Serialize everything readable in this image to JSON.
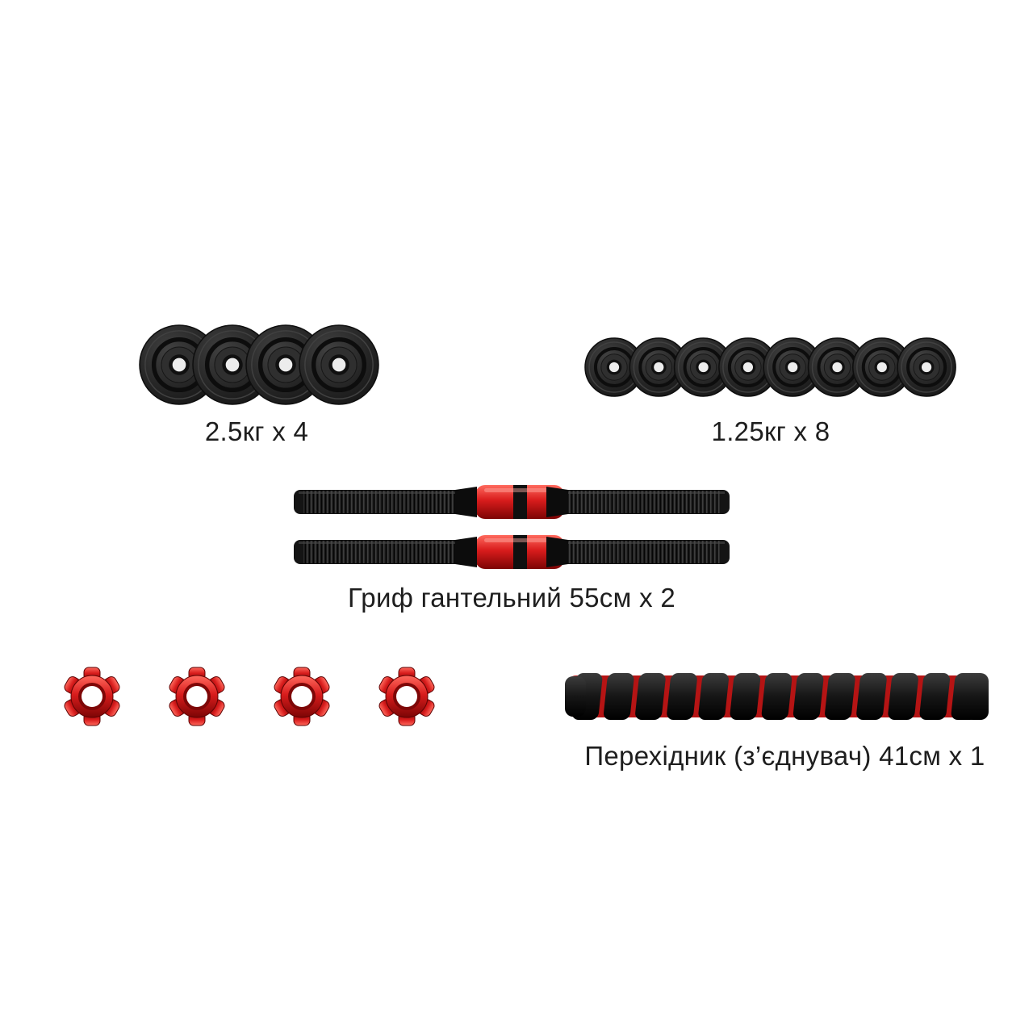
{
  "page": {
    "background": "#ffffff"
  },
  "colors": {
    "plate": "#262626",
    "red": "#d81c1c",
    "text": "#1e1e1e"
  },
  "items": {
    "plates_large": {
      "label": "2.5кг x 4",
      "count": 4
    },
    "plates_small": {
      "label": "1.25кг x 8",
      "count": 8
    },
    "bars": {
      "label": "Гриф гантельний 55см x 2",
      "count": 2
    },
    "collars": {
      "count": 4
    },
    "connector": {
      "label": "Перехідник (з’єднувач) 41см x 1",
      "count": 1
    }
  }
}
